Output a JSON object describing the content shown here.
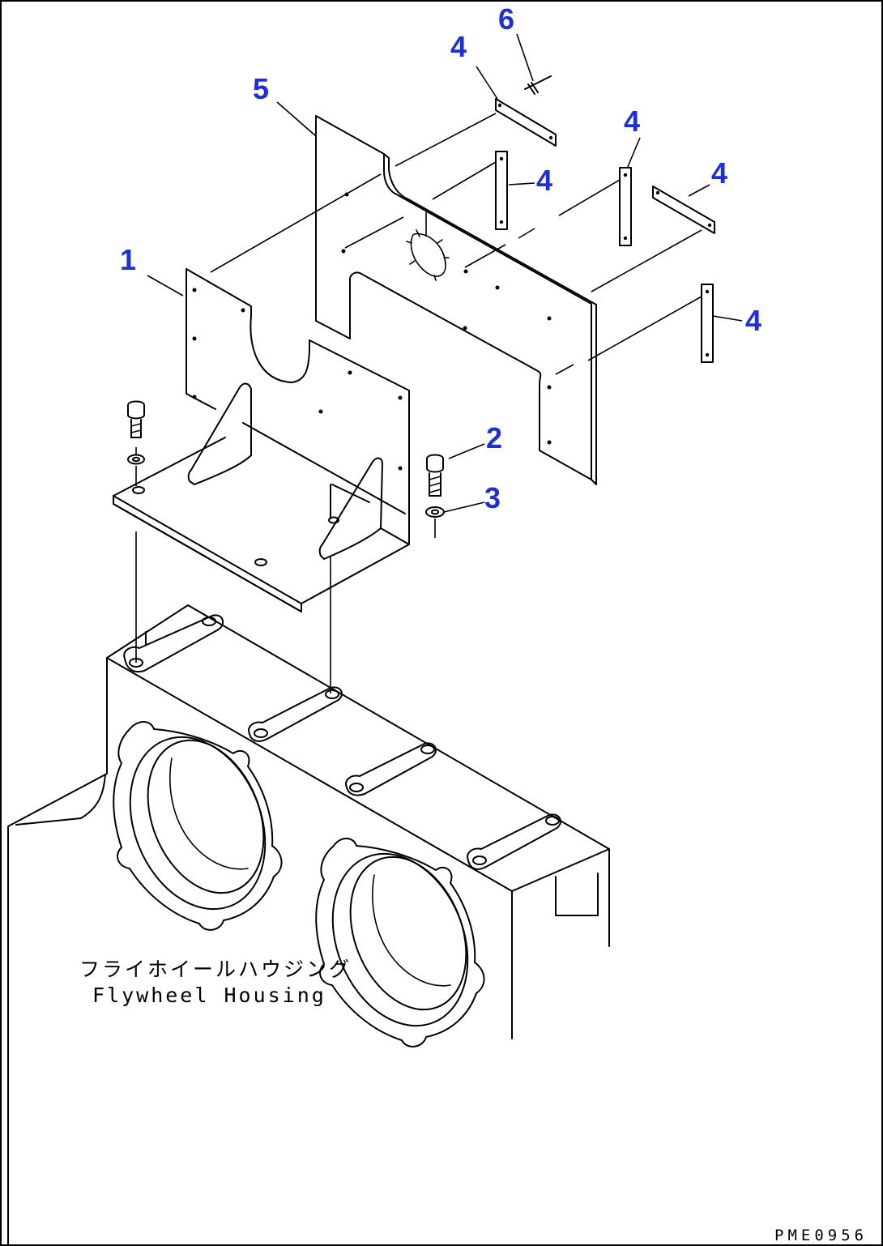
{
  "drawing": {
    "callouts": [
      "1",
      "2",
      "3",
      "4",
      "5",
      "6"
    ],
    "label_jp": "フライホイールハウジング",
    "label_en": "Flywheel Housing",
    "drawing_code": "PME0956"
  },
  "colors": {
    "callout": "#1f2fd6",
    "line": "#000000",
    "background": "#ffffff"
  }
}
